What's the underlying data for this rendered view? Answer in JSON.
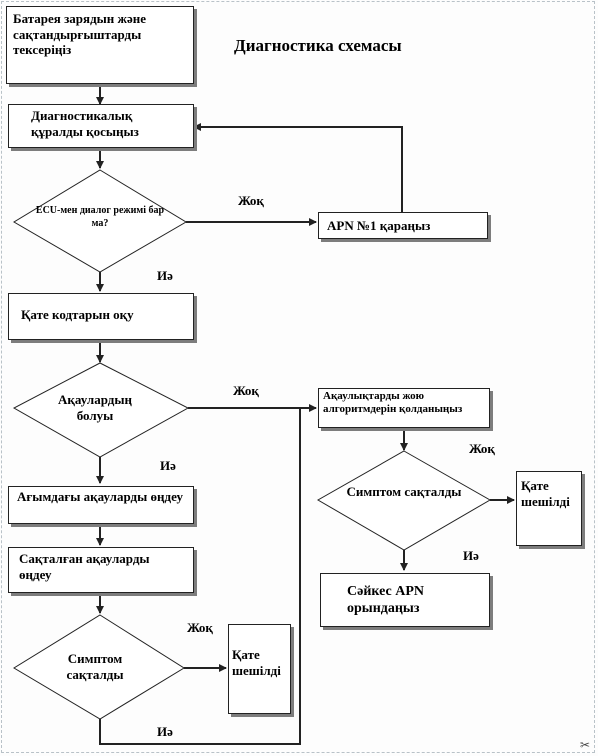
{
  "title": "Диагностика схемасы",
  "nodes": {
    "battery": "Батарея зарядын және сақтандырғыштарды тексеріңіз",
    "connect_tool": "Диагностикалық құралды қосыңыз",
    "ecu_dialog": "ECU-мен диалог режимі бар ма?",
    "apn1": "APN №1 қараңыз",
    "read_codes": "Қате кодтарын оқу",
    "faults_present": "Ақаулардың болуы",
    "current_faults": "Ағымдағы ақауларды өңдеу",
    "stored_faults": "Сақталған ақауларды өңдеу",
    "symptom_left": "Симптом сақталды",
    "resolved_left": "Қате шешілді",
    "algorithms": "Ақаулықтарды жою алгоритмдерін қолданыңыз",
    "symptom_right": "Симптом сақталды",
    "resolved_right": "Қате шешілді",
    "apn_match": "Сәйкес APN орындаңыз"
  },
  "edge_labels": {
    "no_1": "Жоқ",
    "yes_1": "Иә",
    "no_2": "Жоқ",
    "yes_2": "Иә",
    "no_3": "Жоқ",
    "yes_3": "Иә",
    "no_4": "Жоқ",
    "yes_4": "Иә"
  },
  "colors": {
    "line": "#222222",
    "shadow": "#7d7d7d",
    "background": "#ffffff"
  },
  "corner_icon": "scissors-icon"
}
